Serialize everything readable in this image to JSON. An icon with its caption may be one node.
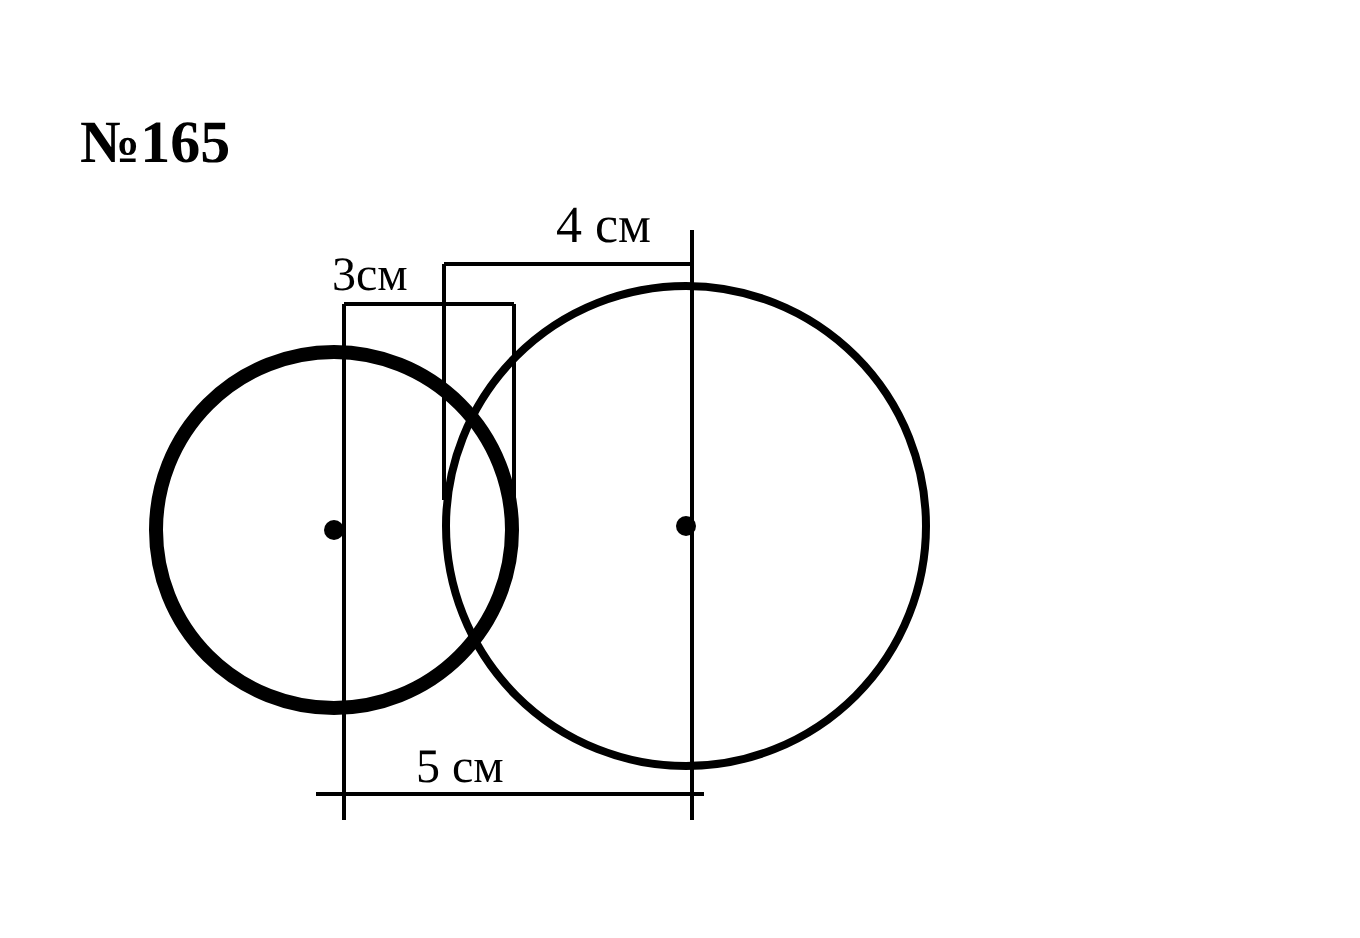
{
  "diagram": {
    "title": "№165",
    "labels": [
      "4 см",
      "3см",
      "5 см"
    ]
  }
}
